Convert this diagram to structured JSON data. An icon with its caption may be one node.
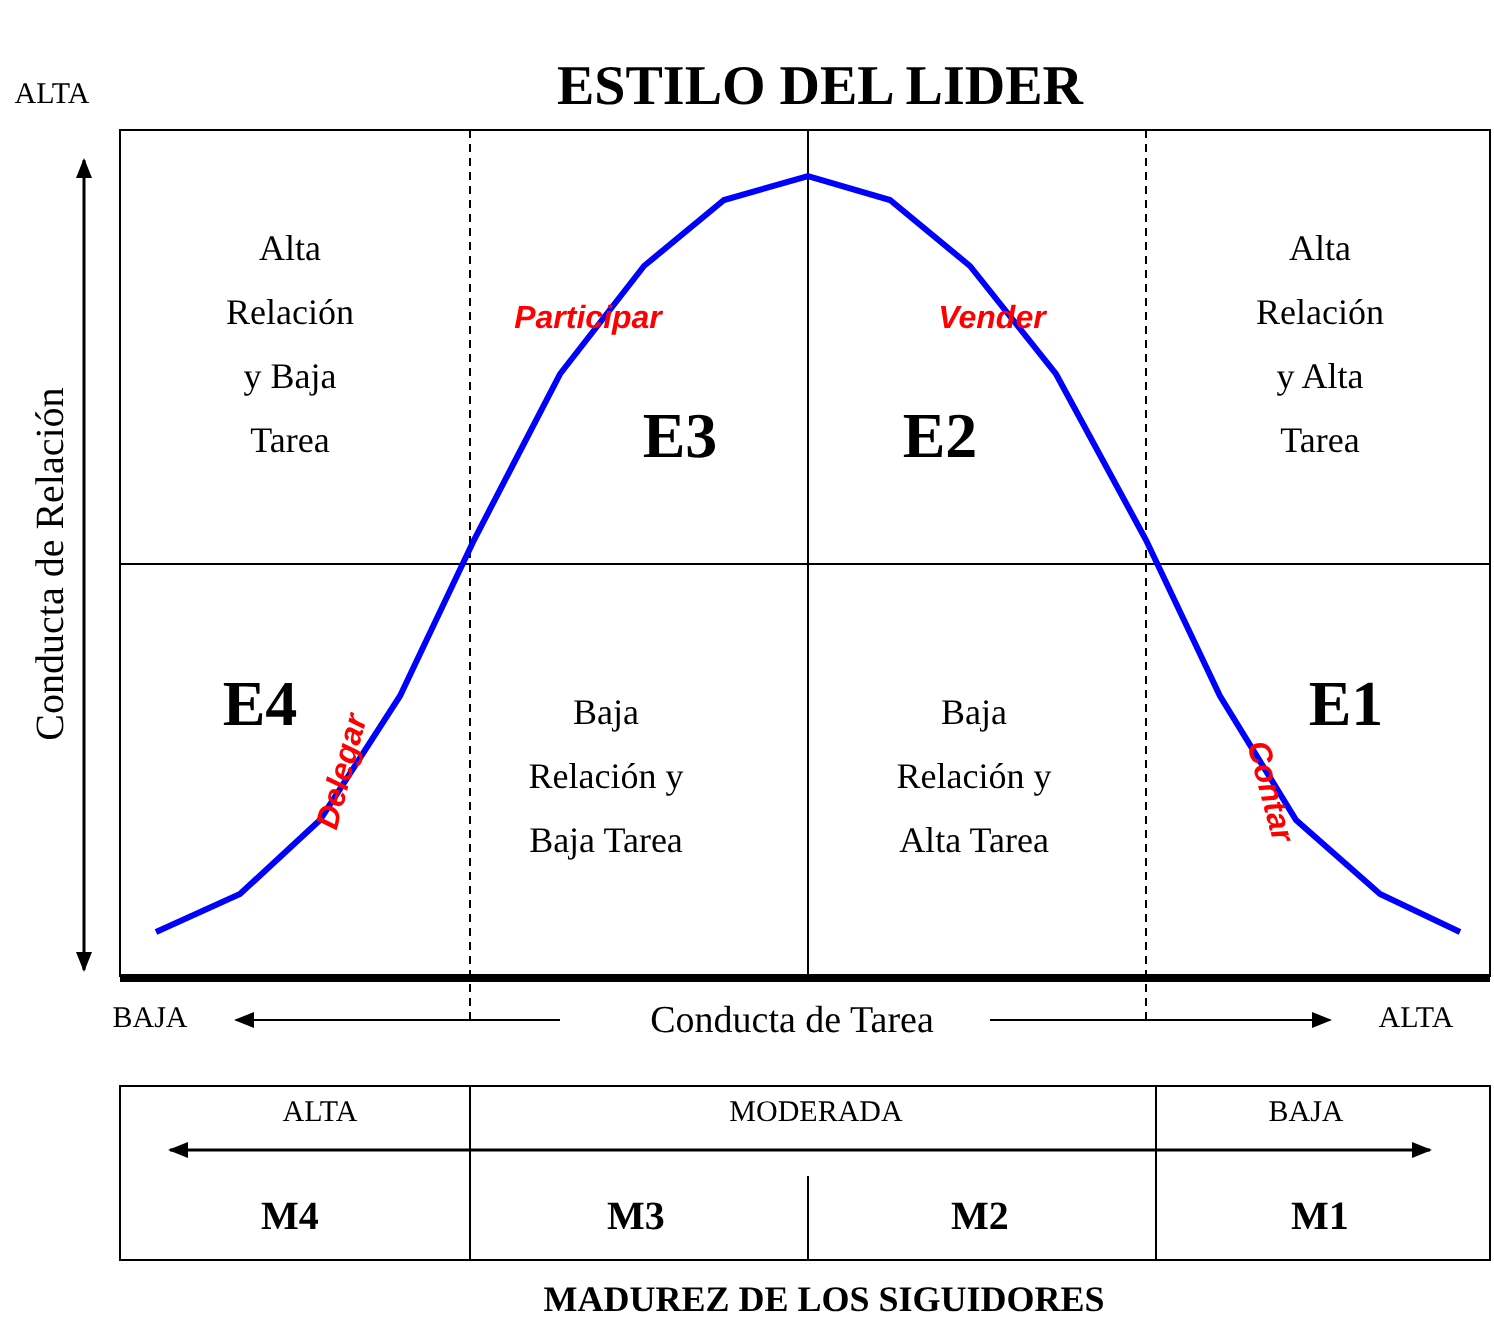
{
  "diagram": {
    "title": "ESTILO DEL LIDER",
    "caption": "MADUREZ DE LOS SIGUIDORES",
    "labels": [
      "ALTA",
      "Alta Relación y Baja Tarea",
      "Participar",
      "Vender",
      "Alta Relación y Alta Tarea",
      "E3",
      "E2",
      "Conducta de Relación",
      "E4",
      "Baja Relación y Baja Tarea",
      "Baja Relación y Alta Tarea",
      "E1",
      "Delegar",
      "Contar",
      "BAJA",
      "Conducta de Tarea",
      "ALTA",
      "ALTA",
      "MODERADA",
      "BAJA",
      "M4",
      "M3",
      "M2",
      "M1"
    ]
  }
}
